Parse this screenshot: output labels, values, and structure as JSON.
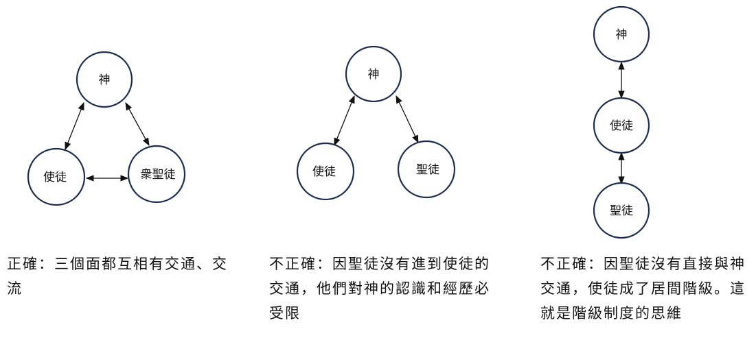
{
  "diagrams": [
    {
      "nodes": {
        "god": "神",
        "apostles": "使徒",
        "saints": "衆聖徒"
      },
      "caption": "正確：三個面都互相有交通、交流"
    },
    {
      "nodes": {
        "god": "神",
        "apostles": "使徒",
        "saints": "聖徒"
      },
      "caption": "不正確：因聖徒沒有進到使徒的交通，他們對神的認識和經歷必受限"
    },
    {
      "nodes": {
        "god": "神",
        "apostles": "使徒",
        "saints": "聖徒"
      },
      "caption": "不正確：因聖徒沒有直接與神交通，使徒成了居間階級。這就是階級制度的思維"
    }
  ],
  "colors": {
    "node_stroke": "#1f2d4d",
    "edge": "#111111",
    "text": "#111111"
  }
}
